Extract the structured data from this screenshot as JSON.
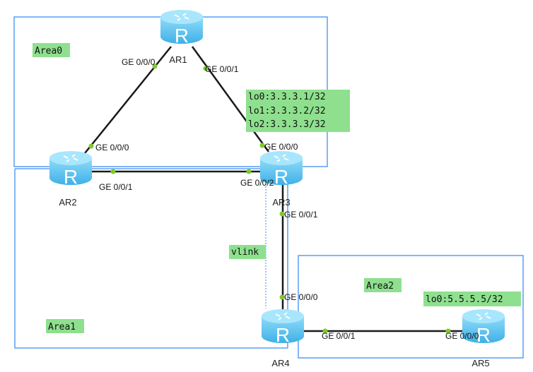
{
  "areas": {
    "area0": "Area0",
    "area1": "Area1",
    "area2": "Area2"
  },
  "devices": {
    "ar1": "AR1",
    "ar2": "AR2",
    "ar3": "AR3",
    "ar4": "AR4",
    "ar5": "AR5"
  },
  "router_glyph": "R",
  "ports": {
    "ar1_g000": "GE 0/0/0",
    "ar1_g001": "GE 0/0/1",
    "ar2_g000": "GE 0/0/0",
    "ar2_g001": "GE 0/0/1",
    "ar3_g000": "GE 0/0/0",
    "ar3_g002": "GE 0/0/2",
    "ar3_g001": "GE 0/0/1",
    "ar4_g000": "GE 0/0/0",
    "ar4_g001": "GE 0/0/1",
    "ar5_g000": "GE 0/0/0"
  },
  "notes": {
    "ar3_loopbacks": [
      "lo0:3.3.3.1/32",
      "lo1:3.3.3.2/32",
      "lo2:3.3.3.3/32"
    ],
    "ar5_loopback": "lo0:5.5.5.5/32",
    "vlink": "vlink"
  },
  "colors": {
    "area_border": "#3d8ef0",
    "note_bg": "#8ee08e",
    "port_dot": "#7acc2a",
    "router": "#5bc0ee"
  }
}
